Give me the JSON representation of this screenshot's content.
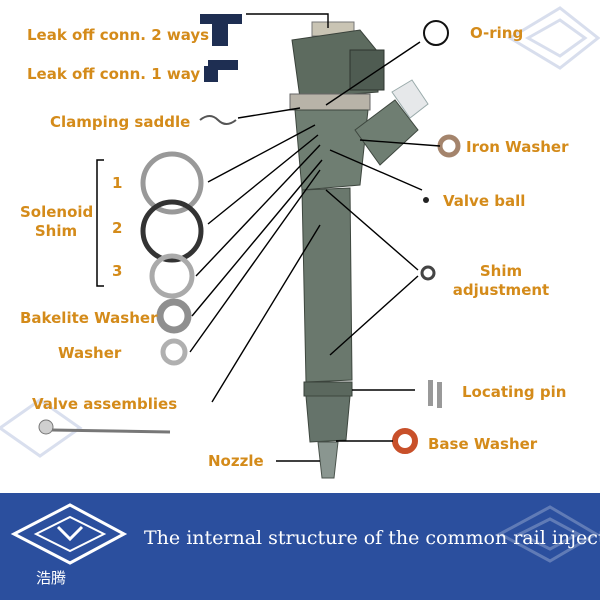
{
  "labels": {
    "leak_off_2": "Leak off conn. 2 ways",
    "leak_off_1": "Leak off conn. 1 way",
    "clamping_saddle": "Clamping saddle",
    "solenoid_shim": "Solenoid Shim",
    "shim_1": "1",
    "shim_2": "2",
    "shim_3": "3",
    "bakelite_washer": "Bakelite Washer",
    "washer": "Washer",
    "valve_assemblies": "Valve assemblies",
    "nozzle": "Nozzle",
    "o_ring": "O-ring",
    "iron_washer": "Iron Washer",
    "valve_ball": "Valve ball",
    "shim_adjustment": "Shim adjustment",
    "locating_pin": "Locating pin",
    "base_washer": "Base Washer"
  },
  "banner": {
    "caption": "The internal structure of the common rail injector",
    "brand": "浩腾"
  },
  "colors": {
    "label": "#d48b1a",
    "banner": "#2b4f9e",
    "injector_body": "#6b7a6f",
    "base_washer": "#c8502a"
  }
}
